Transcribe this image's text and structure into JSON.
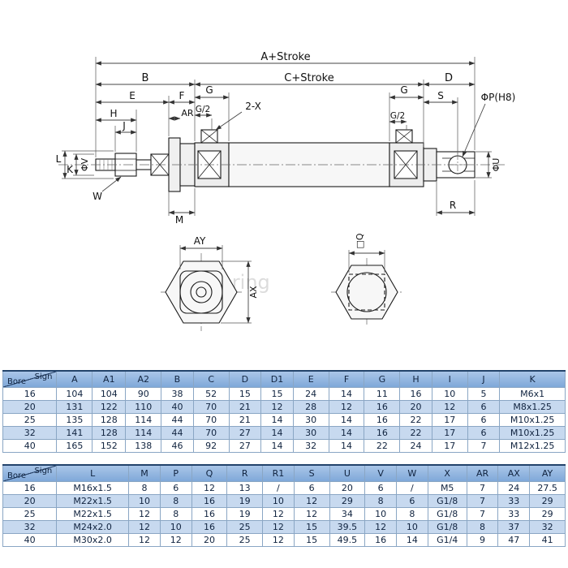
{
  "watermark": "nobearing",
  "diagram": {
    "labels": {
      "a_stroke": "A+Stroke",
      "b": "B",
      "c_stroke": "C+Stroke",
      "d": "D",
      "e": "E",
      "f": "F",
      "g_left": "G",
      "g2_left": "G/2",
      "ar": "AR",
      "two_x": "2-X",
      "g_right": "G",
      "g2_right": "G/2",
      "s": "S",
      "phi_p": "ΦP(H8)",
      "h": "H",
      "j": "J",
      "l": "L",
      "k": "K",
      "phi_v": "ΦV",
      "w": "W",
      "m": "M",
      "r": "R",
      "phi_u": "ΦU",
      "ay": "AY",
      "ax": "AX",
      "sq_q": "□Q"
    }
  },
  "colors": {
    "table_header": "#7fa8d9",
    "table_alt_row": "#c7d9ef",
    "table_border": "#8aa6c4"
  },
  "tables": [
    {
      "corner_top": "Sign",
      "corner_bottom": "Bore",
      "columns": [
        "A",
        "A1",
        "A2",
        "B",
        "C",
        "D",
        "D1",
        "E",
        "F",
        "G",
        "H",
        "I",
        "J",
        "K"
      ],
      "rows": [
        {
          "bore": "16",
          "values": [
            "104",
            "104",
            "90",
            "38",
            "52",
            "15",
            "15",
            "24",
            "14",
            "11",
            "16",
            "10",
            "5",
            "M6x1"
          ]
        },
        {
          "bore": "20",
          "values": [
            "131",
            "122",
            "110",
            "40",
            "70",
            "21",
            "12",
            "28",
            "12",
            "16",
            "20",
            "12",
            "6",
            "M8x1.25"
          ]
        },
        {
          "bore": "25",
          "values": [
            "135",
            "128",
            "114",
            "44",
            "70",
            "21",
            "14",
            "30",
            "14",
            "16",
            "22",
            "17",
            "6",
            "M10x1.25"
          ]
        },
        {
          "bore": "32",
          "values": [
            "141",
            "128",
            "114",
            "44",
            "70",
            "27",
            "14",
            "30",
            "14",
            "16",
            "22",
            "17",
            "6",
            "M10x1.25"
          ]
        },
        {
          "bore": "40",
          "values": [
            "165",
            "152",
            "138",
            "46",
            "92",
            "27",
            "14",
            "32",
            "14",
            "22",
            "24",
            "17",
            "7",
            "M12x1.25"
          ]
        }
      ]
    },
    {
      "corner_top": "Sign",
      "corner_bottom": "Bore",
      "columns": [
        "L",
        "M",
        "P",
        "Q",
        "R",
        "R1",
        "S",
        "U",
        "V",
        "W",
        "X",
        "AR",
        "AX",
        "AY"
      ],
      "rows": [
        {
          "bore": "16",
          "values": [
            "M16x1.5",
            "8",
            "6",
            "12",
            "13",
            "/",
            "6",
            "20",
            "6",
            "/",
            "M5",
            "7",
            "24",
            "27.5"
          ]
        },
        {
          "bore": "20",
          "values": [
            "M22x1.5",
            "10",
            "8",
            "16",
            "19",
            "10",
            "12",
            "29",
            "8",
            "6",
            "G1/8",
            "7",
            "33",
            "29"
          ]
        },
        {
          "bore": "25",
          "values": [
            "M22x1.5",
            "12",
            "8",
            "16",
            "19",
            "12",
            "12",
            "34",
            "10",
            "8",
            "G1/8",
            "7",
            "33",
            "29"
          ]
        },
        {
          "bore": "32",
          "values": [
            "M24x2.0",
            "12",
            "10",
            "16",
            "25",
            "12",
            "15",
            "39.5",
            "12",
            "10",
            "G1/8",
            "8",
            "37",
            "32"
          ]
        },
        {
          "bore": "40",
          "values": [
            "M30x2.0",
            "12",
            "12",
            "20",
            "25",
            "12",
            "15",
            "49.5",
            "16",
            "14",
            "G1/4",
            "9",
            "47",
            "41"
          ]
        }
      ]
    }
  ]
}
